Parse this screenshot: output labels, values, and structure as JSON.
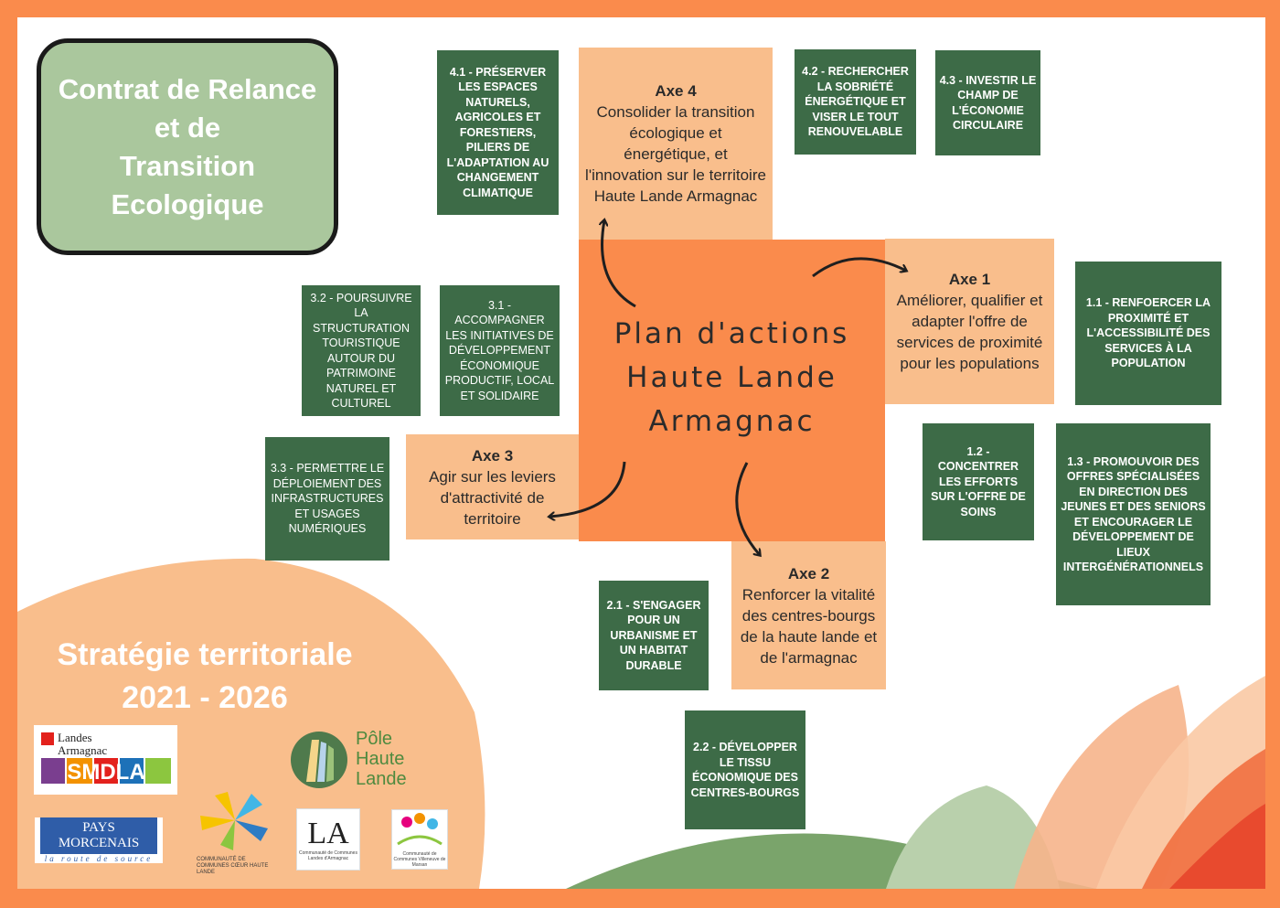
{
  "title": {
    "lines": [
      "Contrat de Relance",
      "et de",
      "Transition",
      "Ecologique"
    ]
  },
  "center": {
    "lines": [
      "Plan d'actions",
      "Haute Lande",
      "Armagnac"
    ]
  },
  "axes": {
    "axe1": {
      "label": "Axe 1",
      "text": "Améliorer, qualifier et adapter l'offre de services de proximité pour les populations"
    },
    "axe2": {
      "label": "Axe 2",
      "text": "Renforcer la vitalité des centres-bourgs de la haute lande et de l'armagnac"
    },
    "axe3": {
      "label": "Axe 3",
      "text": "Agir sur les leviers d'attractivité de territoire"
    },
    "axe4": {
      "label": "Axe 4",
      "text": "Consolider la transition écologique et énergétique, et l'innovation sur le territoire Haute Lande Armagnac"
    }
  },
  "actions": {
    "a41": "4.1 - PRÉSERVER LES ESPACES NATURELS, AGRICOLES ET FORESTIERS, PILIERS DE L'ADAPTATION AU CHANGEMENT CLIMATIQUE",
    "a42": "4.2 - RECHERCHER LA SOBRIÉTÉ ÉNERGÉTIQUE ET VISER LE TOUT RENOUVELABLE",
    "a43": "4.3 - INVESTIR LE CHAMP DE L'ÉCONOMIE CIRCULAIRE",
    "a11": "1.1 -  RENFOERCER LA PROXIMITÉ ET L'ACCESSIBILITÉ DES SERVICES À LA POPULATION",
    "a12": "1.2 - CONCENTRER LES EFFORTS SUR L'OFFRE DE SOINS",
    "a13": "1.3 -  PROMOUVOIR DES OFFRES SPÉCIALISÉES EN DIRECTION DES JEUNES ET DES SENIORS ET ENCOURAGER LE DÉVELOPPEMENT DE LIEUX INTERGÉNÉRATIONNELS",
    "a21": "2.1 -  S'ENGAGER POUR UN URBANISME ET UN HABITAT DURABLE",
    "a22": "2.2 - DÉVELOPPER LE TISSU ÉCONOMIQUE DES CENTRES-BOURGS",
    "a31": "3.1 - ACCOMPAGNER LES INITIATIVES DE DÉVELOPPEMENT ÉCONOMIQUE PRODUCTIF, LOCAL ET SOLIDAIRE",
    "a32": "3.2 - POURSUIVRE LA STRUCTURATION TOURISTIQUE AUTOUR DU PATRIMOINE NATUREL ET CULTUREL",
    "a33": "3.3 - PERMETTRE LE DÉPLOIEMENT DES INFRASTRUCTURES ET USAGES NUMÉRIQUES"
  },
  "strategy": {
    "lines": [
      "Stratégie territoriale",
      "2021 - 2026"
    ]
  },
  "logos": {
    "smdla": "Landes Armagnac SMDLA",
    "pole": [
      "Pôle",
      "Haute",
      "Lande"
    ],
    "morcenais": "PAYS MORCENAIS",
    "morcenais_tag": "la route de source",
    "coeur": "COMMUNAUTÉ DE COMMUNES CŒUR HAUTE LANDE",
    "la": "LA",
    "la_tag": "Communauté de Communes Landes d'Armagnac",
    "marsan": "Communauté de Communes Villeneuve de Marsan"
  },
  "colors": {
    "frame": "#fa8b4c",
    "green_box": "#3d6b47",
    "peach_box": "#f9be8c",
    "center_box": "#fa8b4c",
    "title_box": "#aac79d"
  }
}
